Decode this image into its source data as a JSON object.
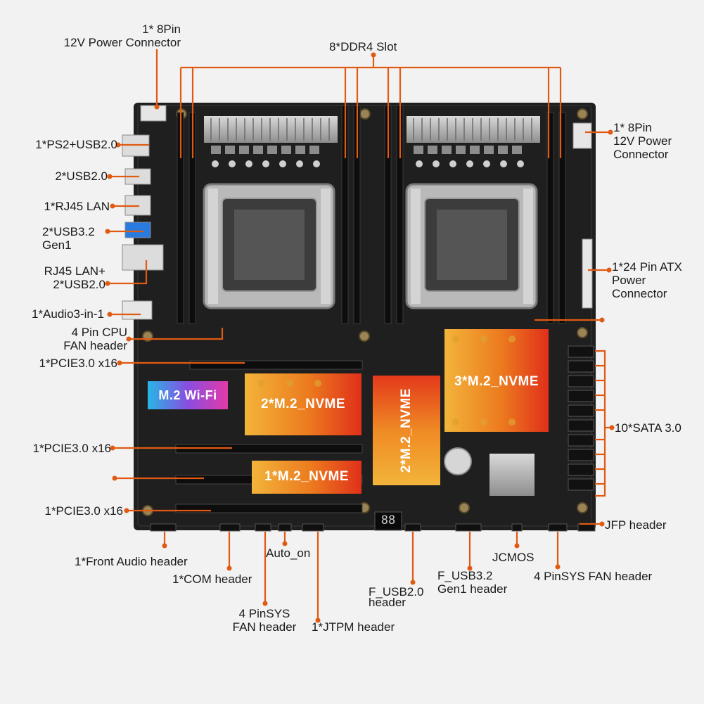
{
  "labels": {
    "top_power": [
      "1* 8Pin",
      "12V  Power Connector"
    ],
    "ddr4": "8*DDR4 Slot",
    "right_power": [
      "1* 8Pin",
      "12V Power",
      "Connector"
    ],
    "ps2": "1*PS2+USB2.0",
    "usb2": "2*USB2.0",
    "rj45": "1*RJ45 LAN",
    "usb32": [
      "2*USB3.2",
      "Gen1"
    ],
    "rj45_usb": [
      "RJ45 LAN+",
      "2*USB2.0"
    ],
    "audio": "1*Audio3-in-1",
    "cpu_fan": [
      "4 Pin CPU",
      "FAN header"
    ],
    "pcie1": "1*PCIE3.0 x16",
    "pcie2": "1*PCIE3.0 x16",
    "pcie3": "1*PCIE3.0 x16",
    "atx": [
      "1*24 Pin ATX",
      "Power",
      "Connector"
    ],
    "sata": "10*SATA 3.0",
    "jfp": "JFP header",
    "front_audio": "1*Front Audio header",
    "com": "1*COM header",
    "auto_on": "Auto_on",
    "sys_fan_left": [
      "4 PinSYS",
      "FAN header"
    ],
    "jtpm": "1*JTPM header",
    "fusb2": [
      "F_USB2.0",
      "header"
    ],
    "fusb3": [
      "F_USB3.2",
      "Gen1 header"
    ],
    "jcmos": "JCMOS",
    "sys_fan_right": "4 PinSYS FAN header"
  },
  "highlights": {
    "wifi": "M.2 Wi-Fi",
    "nvme2": "2*M.2_NVME",
    "nvme1": "1*M.2_NVME",
    "nvme2v": "2*M.2_NVME",
    "nvme3": "3*M.2_NVME"
  },
  "board_text": {
    "display": "88"
  },
  "colors": {
    "callout": "#e05a12",
    "board": "#1f1f1f",
    "background": "#f2f2f2"
  }
}
